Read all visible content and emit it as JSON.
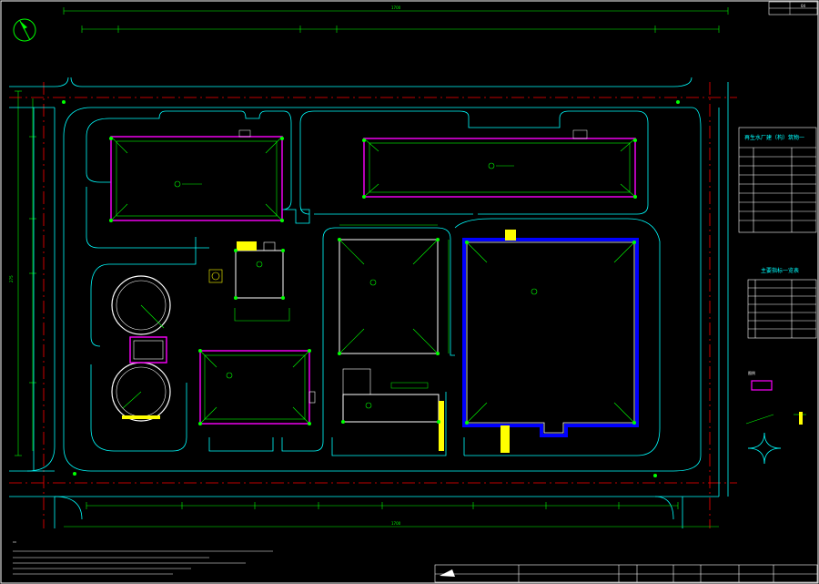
{
  "colors": {
    "background": "#000000",
    "dimension": "#00ff00",
    "road": "#00ffff",
    "axis": "#ff0000",
    "building": "#ff00ff",
    "fence": "#0000ff",
    "hatch": "#ffff00",
    "text": "#ffffff"
  },
  "icons": {
    "north_arrow": "north-arrow-icon",
    "compass": "compass-icon",
    "legend_swatch": "legend-box-icon"
  },
  "title_block": {
    "sheet_number": "04"
  },
  "table_top": {
    "title": "再生水厂建（构）筑物一"
  },
  "table_mid": {
    "title": "主要指标一览表"
  },
  "legend": {
    "title": "图例"
  },
  "dimensions": {
    "top_total": "1700",
    "bottom_total": "1700",
    "left_total": "275"
  }
}
